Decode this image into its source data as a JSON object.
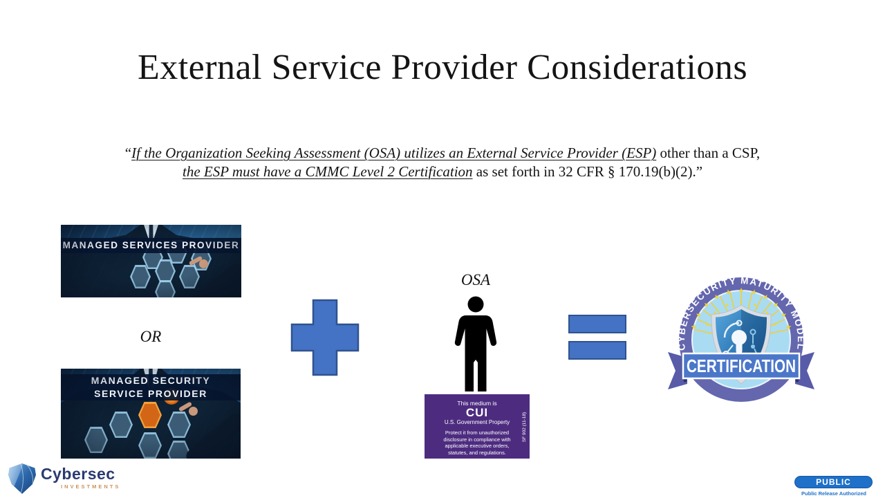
{
  "slide": {
    "title": "External Service Provider Considerations",
    "background": "#FFFFFF"
  },
  "quote": {
    "open_mark": "“",
    "line1_underlined": "If the Organization Seeking Assessment (OSA) utilizes an External Service Provider (ESP)",
    "line1_rest": " other than a CSP,",
    "line2_underlined": "the ESP must have a CMMC Level 2 Certification",
    "line2_rest": " as set forth in 32 CFR § 170.19(b)(2).”"
  },
  "msp_photo": {
    "banner": "MANAGED SERVICES PROVIDER"
  },
  "or_label": "OR",
  "mssp_photo": {
    "banner_line1": "MANAGED SECURITY",
    "banner_line2": "SERVICE PROVIDER"
  },
  "osa": {
    "label": "OSA"
  },
  "cui_card": {
    "intro": "This medium is",
    "acronym": "CUI",
    "subtitle": "U.S. Government Property",
    "body": "Protect it from unauthorized disclosure in compliance with applicable executive orders, statutes, and regulations.",
    "side_label": "SF 902 (11-18)"
  },
  "badge": {
    "arc_text": "CYBERSECURITY MATURITY MODEL",
    "banner_text": "CERTIFICATION"
  },
  "footer_logo": {
    "name": "Cybersec",
    "subtitle": "INVESTMENTS"
  },
  "classification": {
    "label": "PUBLIC",
    "caption": "Public Release Authorized"
  },
  "colors": {
    "operator_blue_fill": "#4472C4",
    "operator_blue_border": "#2F528F",
    "cui_purple": "#4D2C80",
    "badge_ring": "#6466AE",
    "badge_inner_circle": "#A9DCF2",
    "badge_banner_blue": "#4B77C9",
    "badge_star_yellow": "#F2D437",
    "public_badge_blue": "#1E70C8",
    "logo_navy": "#2B3A72"
  }
}
